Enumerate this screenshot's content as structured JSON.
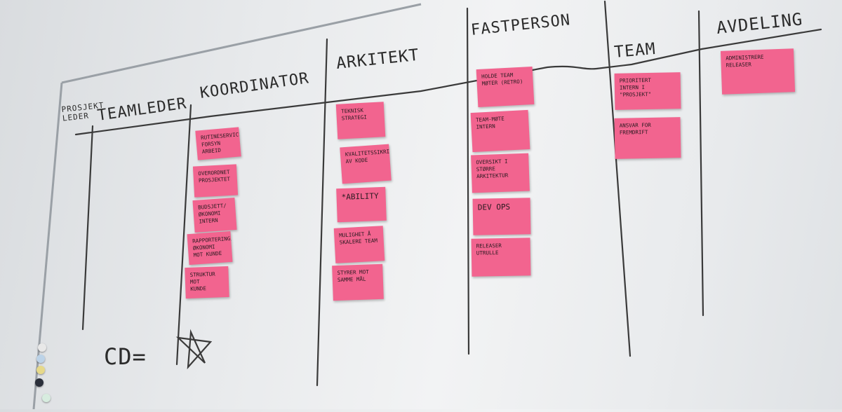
{
  "columns": [
    {
      "id": "prosjektleder",
      "header": "PROSJEKT\nLEDER"
    },
    {
      "id": "teamleder",
      "header": "TEAMLEDER"
    },
    {
      "id": "koordinator",
      "header": "KOORDINATOR"
    },
    {
      "id": "arkitekt",
      "header": "ARKITEKT"
    },
    {
      "id": "fastperson",
      "header": "FASTPERSON"
    },
    {
      "id": "team",
      "header": "TEAM"
    },
    {
      "id": "avdeling",
      "header": "AVDELING"
    }
  ],
  "notes": {
    "koordinator": [
      "Rutineservice\nforsyn arbeid",
      "Overordnet\nprosjektet",
      "Budsjett/\nøkonomi\nintern",
      "Rapportering/\nøkonomi\nmot kunde",
      "Struktur mot\nkunde"
    ],
    "arkitekt": [
      "Teknisk\nstrategi",
      "Kvalitetssikring\nav kode",
      "*ABILITY",
      "Mulighet å\nskalere team",
      "Styrer mot\nsamme mål"
    ],
    "fastperson": [
      "Holde team\nmøter (retro)",
      "Team-møte\nintern",
      "Oversikt i\nstørre\narkitektur",
      "DEV OPS",
      "Releaser\nutrulle"
    ],
    "team": [
      "Prioritert\nintern i\n\"prosjekt\"",
      "Ansvar for\nfremdrift"
    ],
    "avdeling": [
      "Administrere\nreleaser"
    ]
  },
  "annotation": "CD="
}
